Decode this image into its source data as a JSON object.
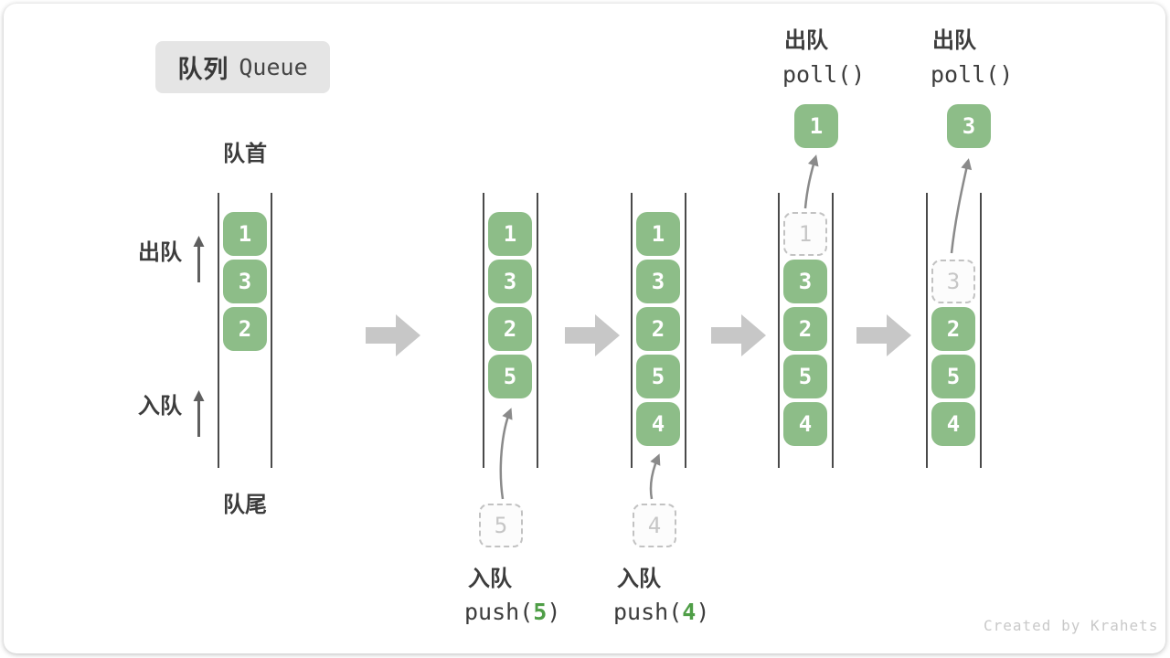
{
  "title": {
    "zh": "队列",
    "en": "Queue"
  },
  "side_labels": {
    "front": "队首",
    "rear": "队尾",
    "dequeue": "出队",
    "enqueue": "入队"
  },
  "colors": {
    "box_green": "#8dbd88",
    "accent_green": "#4f9e47",
    "transition_arrow_gray": "#c7c7c7",
    "ghost_gray": "#c2c2c2",
    "text_dark": "#3c3c3c"
  },
  "states": [
    {
      "boxes": [
        {
          "v": "1"
        },
        {
          "v": "3"
        },
        {
          "v": "2"
        }
      ]
    },
    {
      "boxes": [
        {
          "v": "1"
        },
        {
          "v": "3"
        },
        {
          "v": "2"
        },
        {
          "v": "5"
        }
      ],
      "incoming": {
        "v": "5"
      },
      "op": {
        "label": "入队",
        "code_pre": "push(",
        "arg": "5",
        "code_post": ")"
      }
    },
    {
      "boxes": [
        {
          "v": "1"
        },
        {
          "v": "3"
        },
        {
          "v": "2"
        },
        {
          "v": "5"
        },
        {
          "v": "4"
        }
      ],
      "incoming": {
        "v": "4"
      },
      "op": {
        "label": "入队",
        "code_pre": "push(",
        "arg": "4",
        "code_post": ")"
      }
    },
    {
      "ghost": {
        "v": "1"
      },
      "boxes": [
        {
          "v": "3"
        },
        {
          "v": "2"
        },
        {
          "v": "5"
        },
        {
          "v": "4"
        }
      ],
      "outgoing": {
        "v": "1"
      },
      "op": {
        "label": "出队",
        "code": "poll()"
      }
    },
    {
      "ghost": {
        "v": "3"
      },
      "boxes": [
        {
          "v": "2"
        },
        {
          "v": "5"
        },
        {
          "v": "4"
        }
      ],
      "outgoing": {
        "v": "3"
      },
      "op": {
        "label": "出队",
        "code": "poll()"
      }
    }
  ],
  "footer": {
    "credit": "Created by Krahets"
  }
}
